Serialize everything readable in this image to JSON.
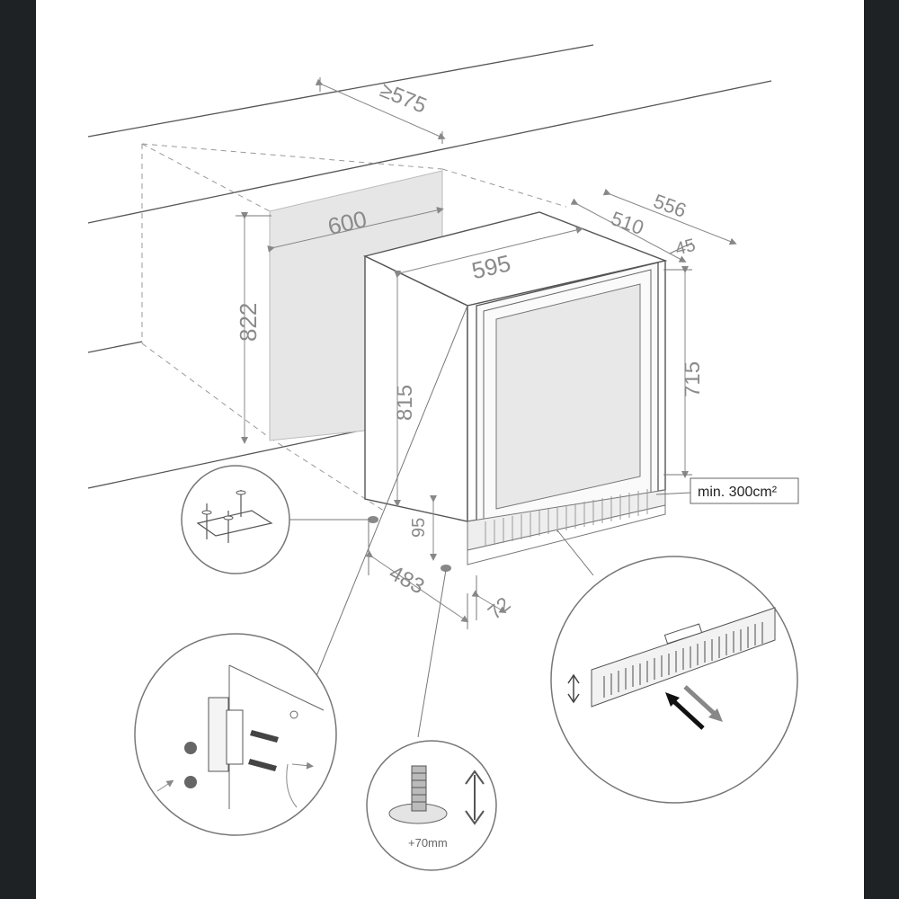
{
  "dimensions": {
    "depth_min": "≥575",
    "niche_width": "600",
    "niche_height": "822",
    "total_depth": "556",
    "body_depth": "510",
    "door_depth": "45",
    "unit_width": "595",
    "unit_height": "815",
    "door_height": "715",
    "plinth_height": "95",
    "foot_depth": "483",
    "plinth_depth": "72"
  },
  "ventilation_label": "min. 300cm²",
  "foot_adjust_label": "+70mm",
  "colors": {
    "background_border": "#1e2224",
    "drawing_line": "#555555",
    "dimension_text": "#8a8a8a",
    "niche_fill": "#e6e6e6"
  }
}
